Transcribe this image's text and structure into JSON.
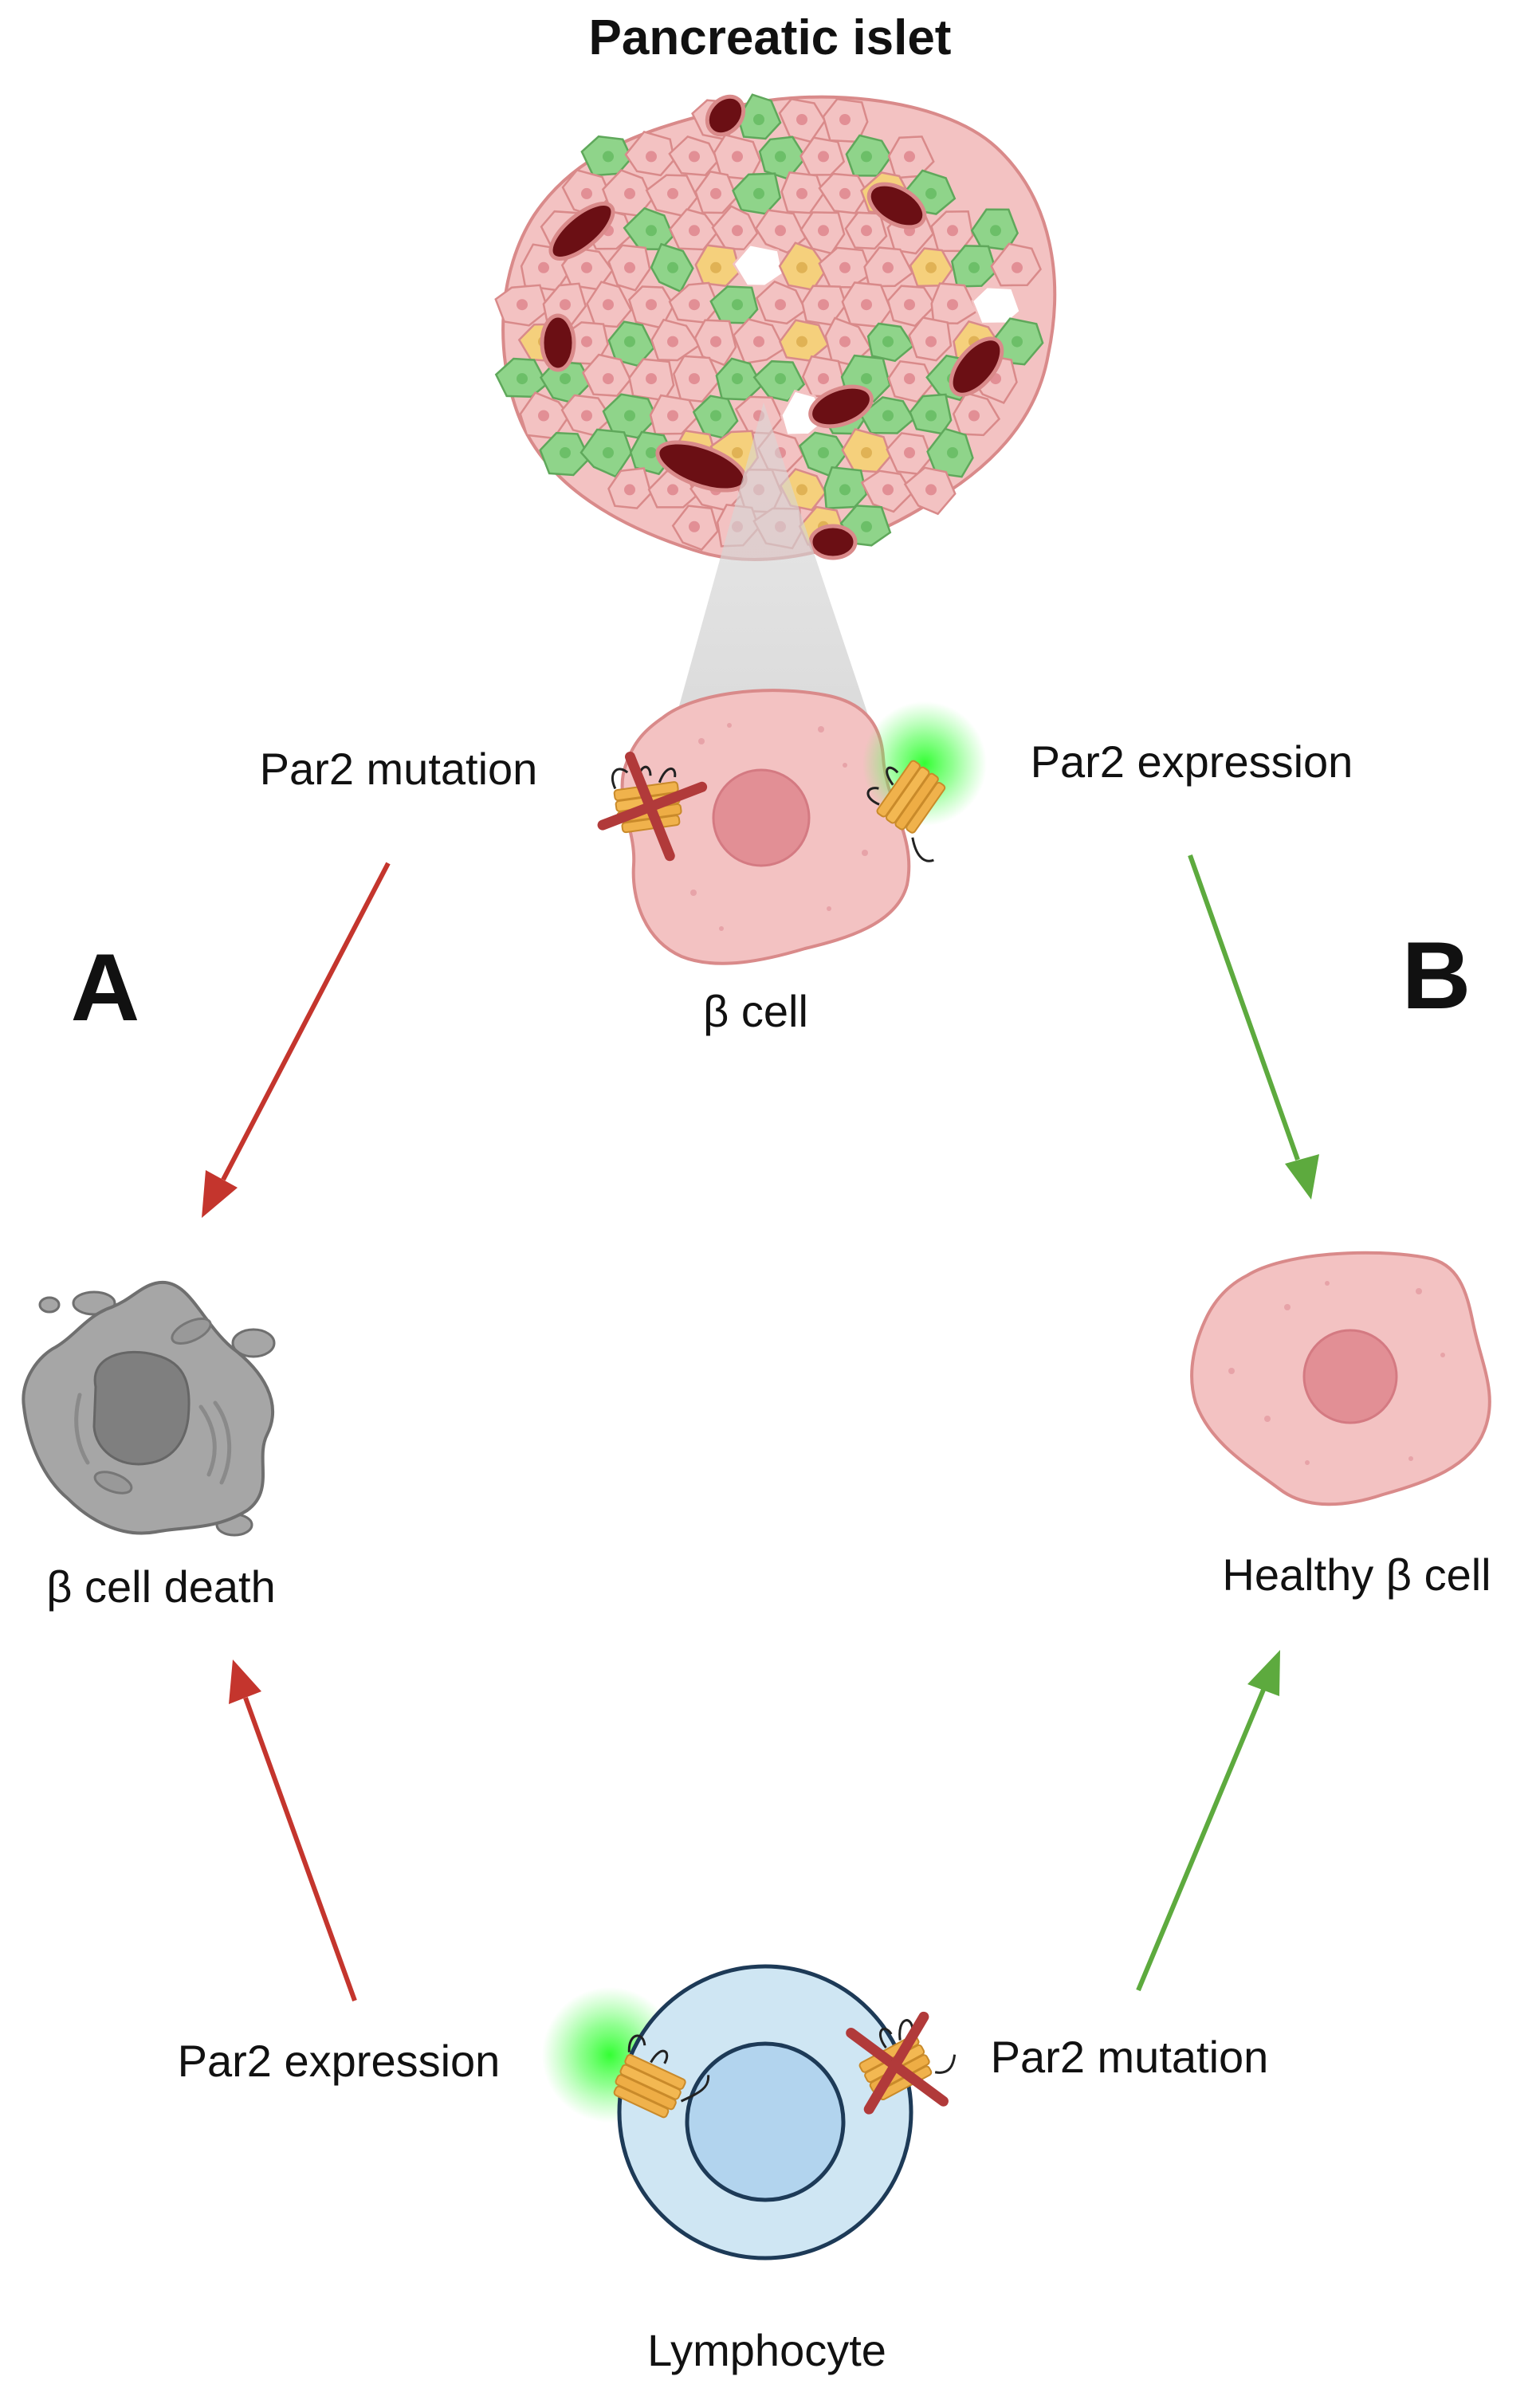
{
  "figure": {
    "title": "Pancreatic islet",
    "beta_cell_label": "β cell",
    "lymphocyte_label": "Lymphocyte",
    "beta_cell_death_label": "β cell death",
    "healthy_beta_cell_label": "Healthy β cell",
    "panel_a": "A",
    "panel_b": "B",
    "beta_par2_mutation": "Par2 mutation",
    "beta_par2_expression": "Par2 expression",
    "lymph_par2_expression": "Par2 expression",
    "lymph_par2_mutation": "Par2 mutation"
  },
  "colors": {
    "beta_cell_fill": "#f3c2c2",
    "beta_cell_stroke": "#d98a8a",
    "beta_nucleus": "#e28f95",
    "alpha_cell_fill": "#8fd48a",
    "delta_cell_fill": "#f5d07c",
    "vessel_fill": "#6b0f14",
    "dead_cell_fill": "#a6a6a6",
    "dead_cell_dark": "#7f7f7f",
    "lymph_outer": "#cfe6f3",
    "lymph_nucleus": "#b2d4ee",
    "lymph_stroke": "#1d3a57",
    "receptor_fill": "#f0b24c",
    "mutation_cross": "#b13a3a",
    "glow": "#33ff33",
    "arrow_red": "#c4352d",
    "arrow_green": "#5daa3e"
  },
  "icons": [
    "islet-illustration",
    "receptor-icon",
    "mutation-cross-icon",
    "glow-icon",
    "dead-cell-icon",
    "healthy-cell-icon",
    "lymphocyte-icon",
    "arrow-icon"
  ]
}
